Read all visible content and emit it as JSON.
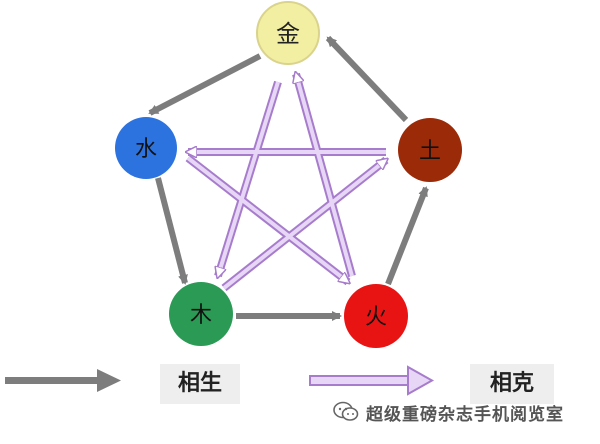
{
  "elements": {
    "metal": {
      "label": "金",
      "color": "#f3efa2"
    },
    "water": {
      "label": "水",
      "color": "#2d73e0"
    },
    "earth": {
      "label": "土",
      "color": "#9b2a08"
    },
    "wood": {
      "label": "木",
      "color": "#2a9a55"
    },
    "fire": {
      "label": "火",
      "color": "#e81414"
    }
  },
  "colors": {
    "generating_arrow": "#7d7d7d",
    "overcoming_arrow": "#b58ad6",
    "legend_box": "#eeeeee"
  },
  "legend": {
    "generating": "相生",
    "overcoming": "相克"
  },
  "watermark": {
    "text": "超级重磅杂志手机阅览室",
    "icon": "wechat-chat-icon"
  }
}
